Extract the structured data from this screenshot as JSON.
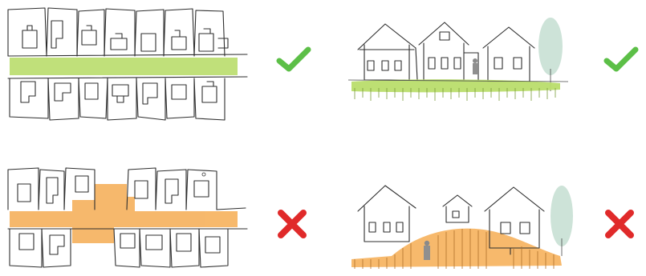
{
  "figure": {
    "rows": [
      {
        "plan": {
          "band_color": "#b9dd6b",
          "band_shape": "uniform-strip"
        },
        "elevation": {
          "ground_color": "#b9dd6b",
          "ground_shape": "flat"
        },
        "verdict_plan": {
          "icon": "check-mark-icon",
          "color": "#5cbf47"
        },
        "verdict_elevation": {
          "icon": "check-mark-icon",
          "color": "#5cbf47"
        }
      },
      {
        "plan": {
          "band_color": "#f6b360",
          "band_shape": "widened-block"
        },
        "elevation": {
          "ground_color": "#f6b360",
          "ground_shape": "mound"
        },
        "verdict_plan": {
          "icon": "cross-mark-icon",
          "color": "#e02a2a"
        },
        "verdict_elevation": {
          "icon": "cross-mark-icon",
          "color": "#e02a2a"
        }
      }
    ],
    "tree_color": "#cde3d8"
  }
}
